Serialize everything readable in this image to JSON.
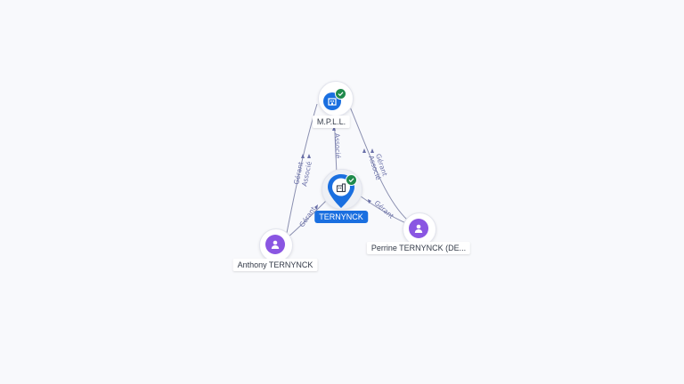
{
  "colors": {
    "company": "#1a6fe0",
    "person": "#8a56e2",
    "verified": "#1f8a4c",
    "edge": "#8a8fb0",
    "edge_label": "#6a70a8"
  },
  "nodes": {
    "ternynck": {
      "label": "TERNYNCK",
      "icon": "company-building-icon",
      "verified": true
    },
    "mpll": {
      "label": "M.P.L.L.",
      "icon": "company-building-icon",
      "verified": true
    },
    "anthony": {
      "label": "Anthony TERNYNCK",
      "icon": "person-icon"
    },
    "perrine": {
      "label": "Perrine TERNYNCK (DE...",
      "icon": "person-icon"
    }
  },
  "edges": {
    "ternynck_mpll": {
      "label": "Associé"
    },
    "anthony_mpll": {
      "label_1": "Gérant",
      "label_2": "Associé"
    },
    "perrine_mpll": {
      "label_1": "Gérant",
      "label_2": "Associé"
    },
    "anthony_ternynck": {
      "label": "Gérant"
    },
    "perrine_ternynck": {
      "label": "Gérant"
    }
  }
}
